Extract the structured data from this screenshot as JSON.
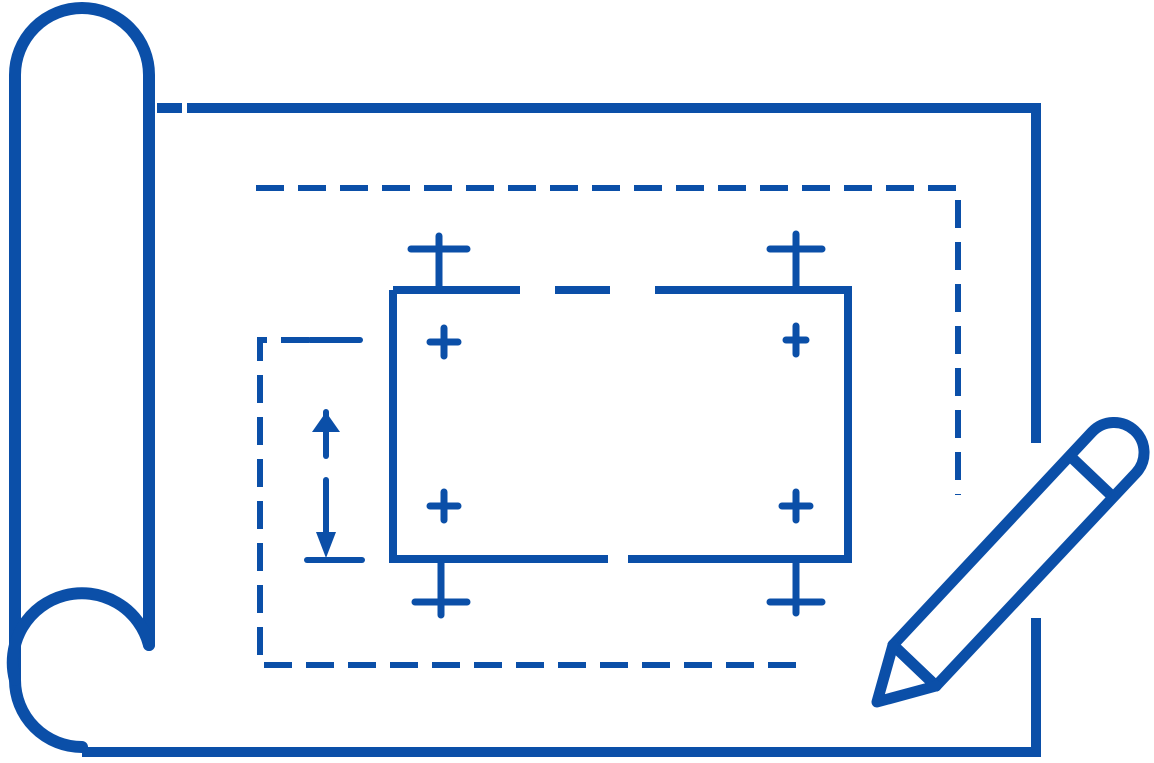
{
  "icon": {
    "name": "blueprint-with-pencil-icon",
    "parts": [
      "paper-roll",
      "sheet",
      "dashed-boundary",
      "rectangle",
      "dimension-line",
      "pencil"
    ]
  },
  "colors": {
    "stroke": "#0b4fa8",
    "background": "#ffffff"
  }
}
